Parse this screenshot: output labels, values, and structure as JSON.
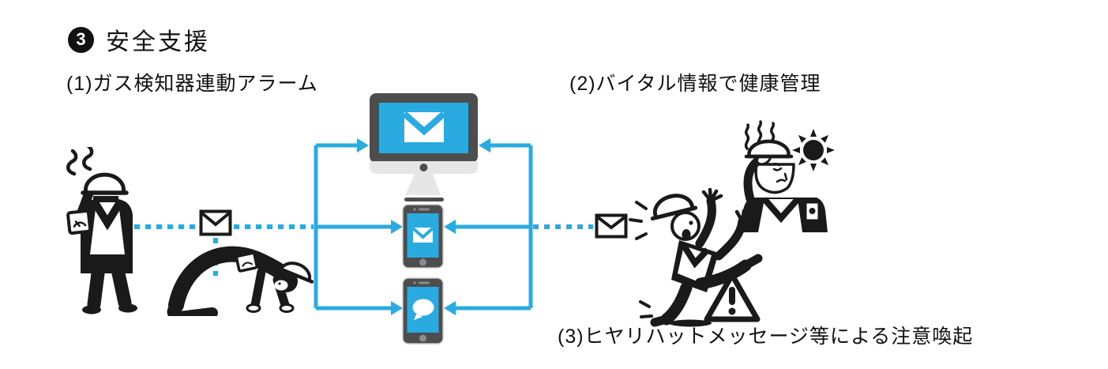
{
  "title": {
    "badge_number": "3",
    "text": "安全支援"
  },
  "items": {
    "item1": "(1)ガス検知器連動アラーム",
    "item2": "(2)バイタル情報で健康管理",
    "item3": "(3)ヒヤリハットメッセージ等による注意喚起"
  },
  "colors": {
    "accent_blue": "#29ABE2",
    "device_dark_gray": "#4D4D4D",
    "device_light_gray": "#E6E6E6",
    "ink_black": "#1A1A1A",
    "bg": "#FFFFFF"
  },
  "icons": {
    "badge": "circled-number-3",
    "monitor_screen": "email-envelope",
    "phone1_screen": "email-envelope",
    "phone2_screen": "chat-bubble",
    "left_message": "envelope-outline",
    "right_message": "envelope-outline",
    "hazard": "warning-triangle",
    "heat": "sun"
  }
}
